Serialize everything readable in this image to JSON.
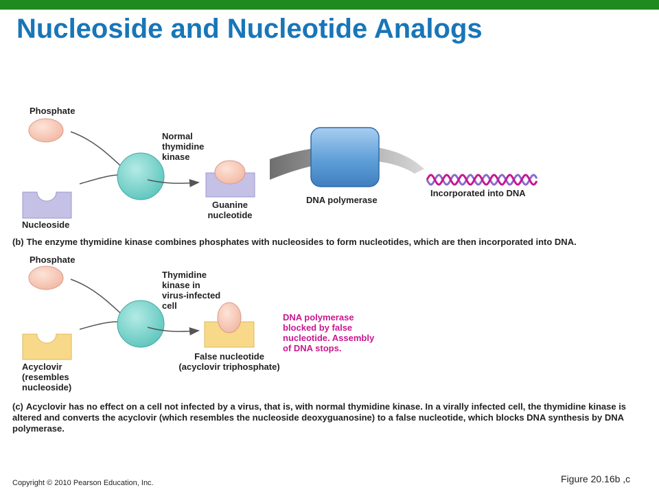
{
  "slide": {
    "title": "Nucleoside and Nucleotide Analogs",
    "copyright": "Copyright © 2010 Pearson Education, Inc.",
    "figure_ref": "Figure 20.16b ,c"
  },
  "panel_b": {
    "phosphate_label": "Phosphate",
    "enzyme_label": "Normal\nthymidine\nkinase",
    "nucleoside_label": "Nucleoside",
    "product_label": "Guanine\nnucleotide",
    "polymerase_label": "DNA polymerase",
    "dna_label": "Incorporated into DNA",
    "caption_tag": "(b)",
    "caption": "The enzyme thymidine kinase combines phosphates with nucleosides to form nucleotides, which are then incorporated into DNA."
  },
  "panel_c": {
    "phosphate_label": "Phosphate",
    "enzyme_label": "Thymidine\nkinase in\nvirus-infected\ncell",
    "substrate_label": "Acyclovir\n(resembles\nnucleoside)",
    "product_label": "False nucleotide\n(acyclovir triphosphate)",
    "blocked_label": "DNA polymerase\nblocked by false\nnucleotide. Assembly\nof DNA stops.",
    "caption_tag": "(c)",
    "caption": "Acyclovir has no effect on a cell not infected by a virus, that is, with normal thymidine kinase. In a virally infected cell, the thymidine kinase is altered and converts the acyclovir (which resembles the nucleoside deoxyguanosine) to a false nucleotide, which blocks DNA synthesis by DNA polymerase."
  },
  "colors": {
    "title": "#1876b8",
    "top_bar": "#1f8a1f",
    "phosphate": "#f6c3b0",
    "kinase": "#7fd6cf",
    "nucleoside": "#c4c0e6",
    "acyclovir": "#f8d98a",
    "polymerase": "#5f9fd8",
    "dna_strand_a": "#8a6ad0",
    "dna_strand_b": "#c8168f",
    "warning_text": "#c8168f"
  }
}
